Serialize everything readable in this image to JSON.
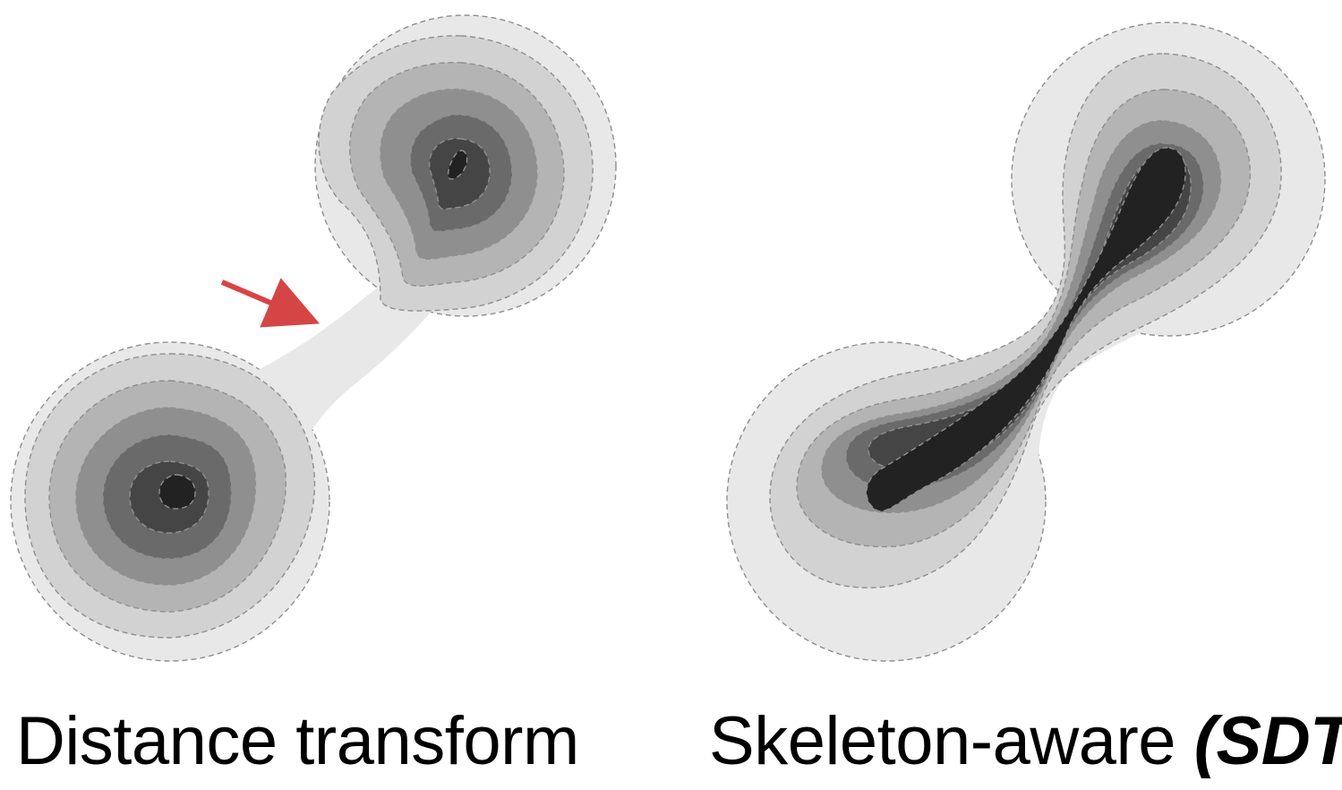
{
  "captions": {
    "left": "Distance transform",
    "right_prefix": "Skeleton-aware ",
    "right_emphasis": "(SDT)"
  },
  "colors": {
    "levels": [
      "#e8e8e8",
      "#d2d2d2",
      "#b4b4b4",
      "#8f8f8f",
      "#6a6a6a",
      "#454545",
      "#222222"
    ],
    "contour_line": "#8f8f8f",
    "arrow": "#d64545"
  }
}
